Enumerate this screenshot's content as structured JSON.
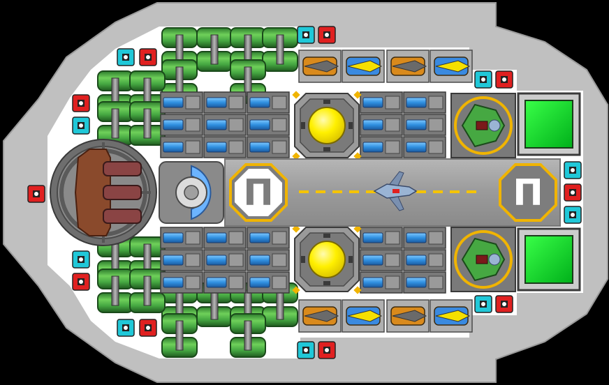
{
  "scene": {
    "type": "top-down spaceship blueprint",
    "colors": {
      "background": "#000000",
      "hull": "#c0c0c0",
      "hull_inner": "#ffffff",
      "runway": "#9c9c9c",
      "fuel_tank": "#46a842",
      "battery_cell": "#2f8fe0",
      "reactor_core": "#ffee00",
      "reactor_accent": "#f0b400",
      "launch_pad": "#00cc22",
      "thruster_red": "#e02020",
      "thruster_cyan": "#20c8d8",
      "missile_orange": "#d98a1c",
      "missile_blue": "#3a8ae0",
      "turret_copper": "#8a4a2c",
      "runway_stripe": "#f5c400"
    },
    "runway": {
      "left_pad_glyph": "Π",
      "right_pad_glyph": "Π",
      "stripe_count": 11
    },
    "modules": {
      "fuel_tank_pairs": 6,
      "battery_rows": 12,
      "reactors": 2,
      "missile_launchers": 8,
      "fighter_docks": 2,
      "launch_pads": 2,
      "thrusters": 20,
      "main_turret": 1,
      "shield_generator": 1
    },
    "icons": [
      "fuel-tank-icon",
      "battery-icon",
      "reactor-icon",
      "missile-icon",
      "fighter-icon",
      "launch-pad-icon",
      "thruster-icon",
      "turret-icon",
      "shield-icon",
      "ship-icon"
    ]
  }
}
